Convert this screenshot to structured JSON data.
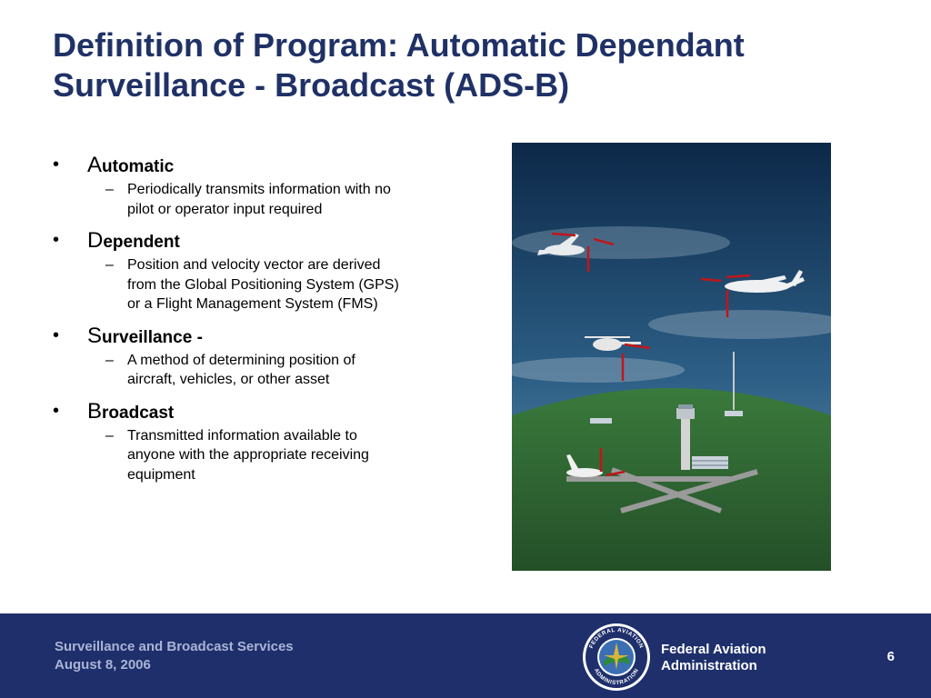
{
  "slide": {
    "title_line1": "Definition of Program: Automatic Dependant",
    "title_line2": "Surveillance - Broadcast (ADS-B)"
  },
  "bullets": [
    {
      "initial": "A",
      "rest": "utomatic",
      "sub": [
        "Periodically transmits information with no",
        "pilot or operator input required"
      ]
    },
    {
      "initial": "D",
      "rest": "ependent",
      "sub": [
        "Position and velocity vector are derived",
        "from the Global Positioning System (GPS)",
        "or a Flight Management System (FMS)"
      ]
    },
    {
      "initial": "S",
      "rest": "urveillance -",
      "sub": [
        "A method of determining position of",
        "aircraft, vehicles, or other asset"
      ]
    },
    {
      "initial": "B",
      "rest": "roadcast",
      "sub": [
        "Transmitted information available to",
        "anyone with the appropriate receiving",
        "equipment"
      ]
    }
  ],
  "footer": {
    "line1": "Surveillance and Broadcast Services",
    "line2": "August 8, 2006",
    "agency_line1": "Federal Aviation",
    "agency_line2": "Administration",
    "page_number": "6",
    "seal_text_top": "FEDERAL AVIATION",
    "seal_text_bottom": "ADMINISTRATION"
  },
  "colors": {
    "title": "#1f3166",
    "footer_bg": "#1e2f6b",
    "footer_text": "#a9b4d6",
    "arrow": "#c0161a",
    "ground": "#2e6a33"
  },
  "icons": [
    "bullet-dot",
    "en-dash",
    "faa-seal-icon",
    "airplane-icon",
    "helicopter-icon",
    "control-tower-icon"
  ]
}
